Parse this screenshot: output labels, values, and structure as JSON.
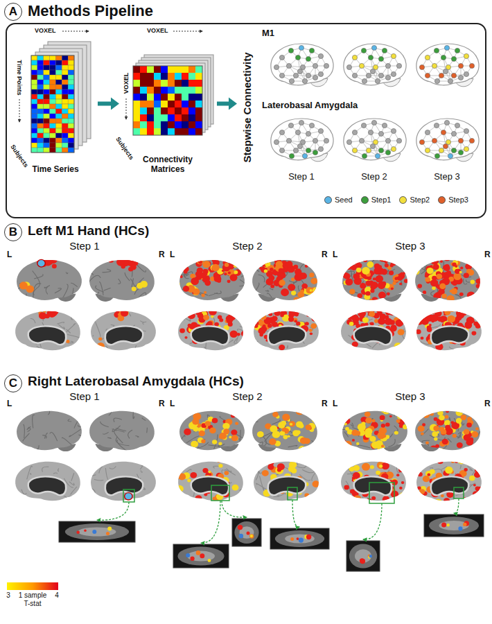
{
  "diagram": {
    "nodes": [
      {
        "text": [
          "A"
        ]
      },
      {
        "text": [
          "Methods Pipeline"
        ]
      },
      {
        "text": [
          "Time Series"
        ],
        "in": 1
      },
      {
        "text": [
          "Connectivity Matrices"
        ],
        "in": 1
      },
      {
        "text": [
          "Stepwise Connectivity"
        ],
        "in": 1
      },
      {
        "text": [
          "B"
        ]
      },
      {
        "text": [
          "C"
        ]
      }
    ],
    "edges": [
      {
        "from": 2,
        "to": 3,
        "arrow": "to"
      },
      {
        "from": 3,
        "to": 4,
        "arrow": "to"
      }
    ],
    "labels": [
      "VOXEL",
      "Time Points",
      "Subjects",
      "VOXEL",
      "VOXEL",
      "Subjects",
      "M1",
      "Laterobasal Amygdala",
      "Step 1",
      "Step 2",
      "Step 3",
      "Left M1 Hand (HCs)",
      "Step 1",
      "Step 2",
      "Step 3",
      "L",
      "R",
      "L",
      "R",
      "L",
      "R",
      "Right Laterobasal Amygdala (HCs)",
      "Step 1",
      "Step 2",
      "Step 3",
      "L",
      "R",
      "L",
      "R",
      "L",
      "R",
      "3",
      "4",
      "1 sample T-stat"
    ],
    "legend": [
      {
        "text": "Seed",
        "color": "#5ab4e5"
      },
      {
        "text": "Step1",
        "color": "#3c9e3c"
      },
      {
        "text": "Step2",
        "color": "#f2df3c"
      },
      {
        "text": "Step3",
        "color": "#e0602a"
      }
    ]
  }
}
